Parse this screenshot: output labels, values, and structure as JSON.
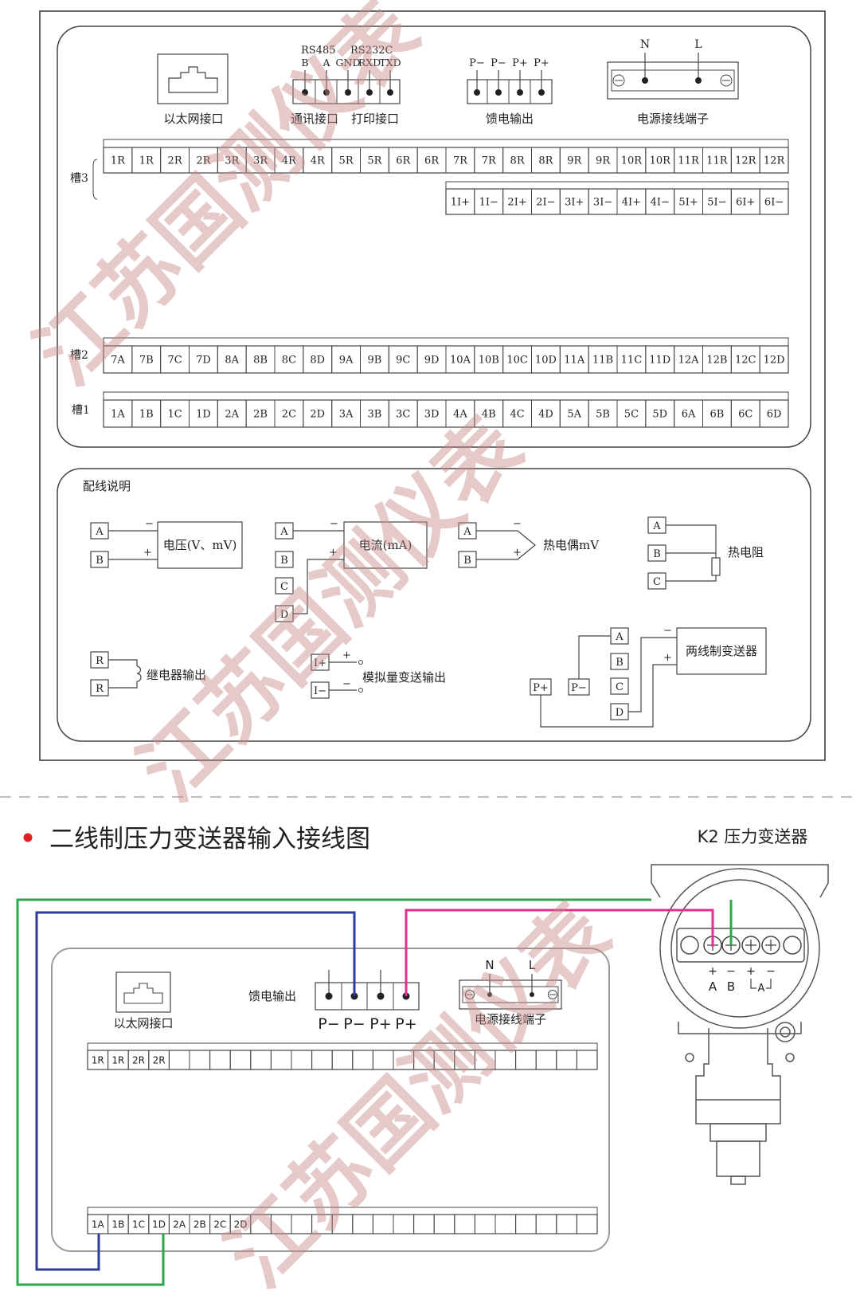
{
  "panel": {
    "ethernet_label": "以太网接口",
    "rs485": "RS485",
    "rs232c": "RS232C",
    "comm_pins": [
      "B",
      "A",
      "GND",
      "RXD",
      "TXD"
    ],
    "comm_label": "通讯接口",
    "print_label": "打印接口",
    "feed_pins": [
      "P−",
      "P−",
      "P+",
      "P+"
    ],
    "feed_label": "馈电输出",
    "power_pins": [
      "N",
      "L"
    ],
    "power_label": "电源接线端子",
    "slot3_label": "槽3",
    "slot2_label": "槽2",
    "slot1_label": "槽1",
    "slot3_row1": [
      "1R",
      "1R",
      "2R",
      "2R",
      "3R",
      "3R",
      "4R",
      "4R",
      "5R",
      "5R",
      "6R",
      "6R",
      "7R",
      "7R",
      "8R",
      "8R",
      "9R",
      "9R",
      "10R",
      "10R",
      "11R",
      "11R",
      "12R",
      "12R"
    ],
    "slot3_row2": [
      "1I+",
      "1I−",
      "2I+",
      "2I−",
      "3I+",
      "3I−",
      "4I+",
      "4I−",
      "5I+",
      "5I−",
      "6I+",
      "6I−"
    ],
    "slot2_row": [
      "7A",
      "7B",
      "7C",
      "7D",
      "8A",
      "8B",
      "8C",
      "8D",
      "9A",
      "9B",
      "9C",
      "9D",
      "10A",
      "10B",
      "10C",
      "10D",
      "11A",
      "11B",
      "11C",
      "11D",
      "12A",
      "12B",
      "12C",
      "12D"
    ],
    "slot1_row": [
      "1A",
      "1B",
      "1C",
      "1D",
      "2A",
      "2B",
      "2C",
      "2D",
      "3A",
      "3B",
      "3C",
      "3D",
      "4A",
      "4B",
      "4C",
      "4D",
      "5A",
      "5B",
      "5C",
      "5D",
      "6A",
      "6B",
      "6C",
      "6D"
    ]
  },
  "wiring": {
    "title": "配线说明",
    "voltage": "电压(V、mV)",
    "current": "电流(mA)",
    "thermocouple": "热电偶mV",
    "rtd": "热电阻",
    "relay": "继电器输出",
    "analog_out": "模拟量变送输出",
    "two_wire": "两线制变送器",
    "term_A": "A",
    "term_B": "B",
    "term_C": "C",
    "term_D": "D",
    "term_R": "R",
    "term_Ip": "I+",
    "term_Im": "I−",
    "term_Pp": "P+",
    "term_Pm": "P−",
    "minus": "−",
    "plus": "+"
  },
  "section2": {
    "title": "二线制压力变送器输入接线图",
    "transmitter_title": "K2 压力变送器",
    "ethernet_label": "以太网接口",
    "feed_label": "馈电输出",
    "feed_pins": [
      "P−",
      "P−",
      "P+",
      "P+"
    ],
    "power_pins": [
      "N",
      "L"
    ],
    "power_label": "电源接线端子",
    "top_row": [
      "1R",
      "1R",
      "2R",
      "2R"
    ],
    "bottom_row": [
      "1A",
      "1B",
      "1C",
      "1D",
      "2A",
      "2B",
      "2C",
      "2D"
    ],
    "transmitter_terms": [
      "+",
      "−",
      "+",
      "−"
    ],
    "transmitter_term_labels": [
      "A",
      "B",
      "A"
    ],
    "wire_colors": {
      "green": "#2aa84a",
      "blue": "#2b3b9e",
      "magenta": "#e0308f",
      "bullet": "#e02020"
    }
  },
  "watermark": "江苏国测仪表"
}
